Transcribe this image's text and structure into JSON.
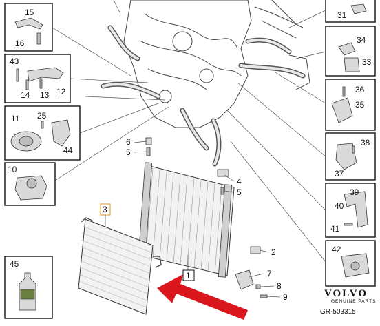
{
  "callouts": {
    "c1": "1",
    "c2": "2",
    "c3": "3",
    "c4": "4",
    "c5a": "5",
    "c5b": "5",
    "c6": "6",
    "c7": "7",
    "c8": "8",
    "c9": "9",
    "c10": "10",
    "c11": "11",
    "c12": "12",
    "c13": "13",
    "c14": "14",
    "c15": "15",
    "c16": "16",
    "c25": "25",
    "c31": "31",
    "c33": "33",
    "c34": "34",
    "c35": "35",
    "c36": "36",
    "c37": "37",
    "c38": "38",
    "c39": "39",
    "c40": "40",
    "c41": "41",
    "c42": "42",
    "c43": "43",
    "c44": "44",
    "c45": "45"
  },
  "brand": {
    "name": "VOLVO",
    "sub": "GENUINE PARTS"
  },
  "reference": "GR-503315",
  "colors": {
    "arrow": "#d9161c",
    "outline": "#111111",
    "part_fill": "#d9d9d9",
    "label_3_border": "#e3a93a"
  }
}
